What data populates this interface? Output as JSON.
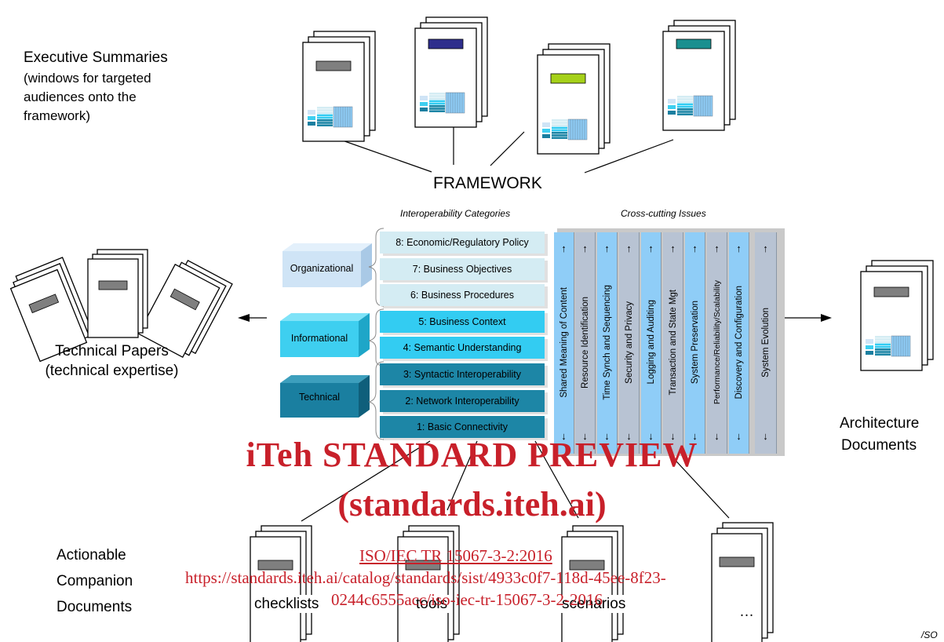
{
  "executive_summaries": {
    "line1": "Executive Summaries",
    "line2": "(windows for targeted",
    "line3": "audiences onto the",
    "line4": "framework)"
  },
  "framework_label": "FRAMEWORK",
  "technical_papers": {
    "line1": "Technical Papers",
    "line2": "(technical expertise)"
  },
  "architecture_documents": {
    "line1": "Architecture",
    "line2": "Documents"
  },
  "actionable": {
    "line1": "Actionable",
    "line2": "Companion",
    "line3": "Documents"
  },
  "companion_docs": [
    "checklists",
    "tools",
    "scenarios",
    "…"
  ],
  "headers": {
    "categories": "Interoperability Categories",
    "crosscutting": "Cross-cutting Issues"
  },
  "groups": [
    {
      "label": "Organizational",
      "color": "#cfe4f6"
    },
    {
      "label": "Informational",
      "color": "#3ecff0"
    },
    {
      "label": "Technical",
      "color": "#1a7fa0"
    }
  ],
  "categories": [
    {
      "label": "8: Economic/Regulatory Policy",
      "color": "#d4ecf3"
    },
    {
      "label": "7: Business Objectives",
      "color": "#d4ecf3"
    },
    {
      "label": "6: Business Procedures",
      "color": "#d4ecf3"
    },
    {
      "label": "5: Business Context",
      "color": "#33ccf2"
    },
    {
      "label": "4: Semantic Understanding",
      "color": "#33ccf2"
    },
    {
      "label": "3: Syntactic Interoperability",
      "color": "#1d86a6"
    },
    {
      "label": "2: Network Interoperability",
      "color": "#1d86a6"
    },
    {
      "label": "1: Basic Connectivity",
      "color": "#1d86a6"
    }
  ],
  "crosscutting_issues": [
    "Shared Meaning of Content",
    "Resource Identification",
    "Time Synch and Sequencing",
    "Security and Privacy",
    "Logging and Auditing",
    "Transaction and State Mgt",
    "System Preservation",
    "Performance/Reliability/Scalability",
    "Discovery and Configuration",
    "System Evolution"
  ],
  "arrow_up": "↑",
  "arrow_down": "↓",
  "watermark": {
    "line1": "iTeh STANDARD PREVIEW",
    "line2": "(standards.iteh.ai)",
    "iso_ref": "ISO/IEC TR 15067-3-2:2016",
    "url_line1": "https://standards.iteh.ai/catalog/standards/sist/4933c0f7-118d-45ee-8f23-",
    "url_line2": "0244c6555acc/iso-iec-tr-15067-3-2-2016"
  },
  "corner_fragment": "/SO",
  "colors": {
    "exec_bar_1": "#7f7f7f",
    "exec_bar_2": "#2e2e8c",
    "exec_bar_3": "#a6d11a",
    "exec_bar_4": "#1a8f8f",
    "crosscut_light": "#8fcdf7",
    "crosscut_grey": "#b8c3d3",
    "watermark": "#c8202a"
  }
}
